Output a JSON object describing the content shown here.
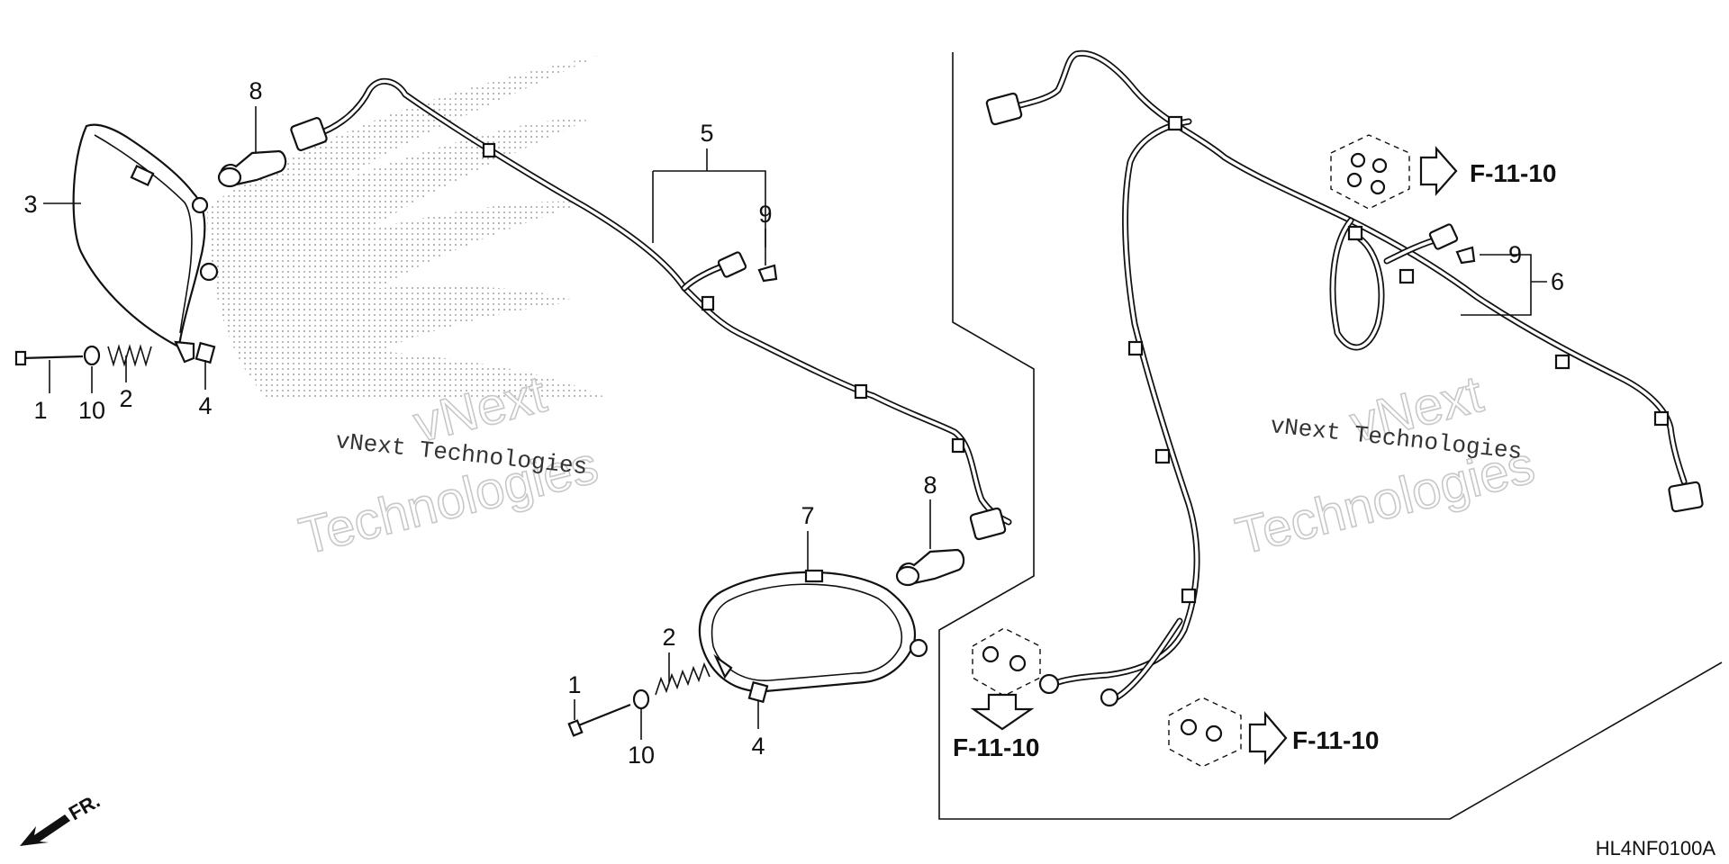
{
  "callouts": {
    "c1a": "1",
    "c10a": "10",
    "c2a": "2",
    "c4a": "4",
    "c3": "3",
    "c8a": "8",
    "c5": "5",
    "c9a": "9",
    "c8b": "8",
    "c7": "7",
    "c2b": "2",
    "c1b": "1",
    "c10b": "10",
    "c4b": "4",
    "c9b": "9",
    "c6": "6"
  },
  "references": {
    "ref_top": "F-11-10",
    "ref_bottom_left": "F-11-10",
    "ref_bottom_right": "F-11-10"
  },
  "watermarks": {
    "left_small": "vNext Technologies",
    "left_big_1": "vNext",
    "left_big_2": "Technologies",
    "right_small": "vNext Technologies",
    "right_big_1": "vNext",
    "right_big_2": "Technologies"
  },
  "front_indicator": "FR.",
  "diagram_code": "HL4NF0100A"
}
